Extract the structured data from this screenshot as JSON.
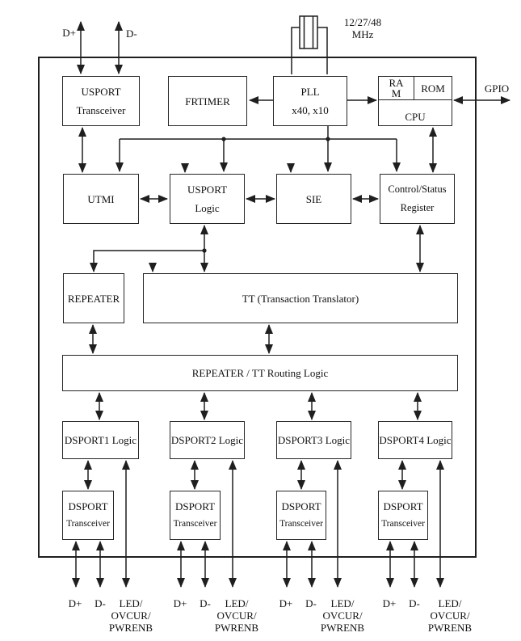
{
  "labels": {
    "top_dplus": "D+",
    "top_dminus": "D-",
    "clock_line1": "12/27/48",
    "clock_line2": "MHz",
    "gpio": "GPIO"
  },
  "blocks": {
    "usport_transceiver_line1": "USPORT",
    "usport_transceiver_line2": "Transceiver",
    "frtimer": "FRTIMER",
    "pll_line1": "PLL",
    "pll_line2": "x40, x10",
    "ram": "RA\nM",
    "rom": "ROM",
    "cpu": "CPU",
    "utmi": "UTMI",
    "usport_logic_line1": "USPORT",
    "usport_logic_line2": "Logic",
    "sie": "SIE",
    "control_status_line1": "Control/Status",
    "control_status_line2": "Register",
    "repeater": "REPEATER",
    "tt": "TT (Transaction Translator)",
    "routing": "REPEATER / TT Routing Logic",
    "dsport_logic": [
      "DSPORT1 Logic",
      "DSPORT2 Logic",
      "DSPORT3 Logic",
      "DSPORT4 Logic"
    ],
    "dsport_transceiver_line1": "DSPORT",
    "dsport_transceiver_line2": "Transceiver"
  },
  "bottom_port_labels": {
    "dplus": "D+",
    "dminus": "D-",
    "led_line1": "LED/",
    "led_line2": "OVCUR/",
    "led_line3": "PWRENB"
  },
  "colors": {
    "line": "#1f1f1f",
    "background": "#ffffff",
    "text": "#111111"
  }
}
